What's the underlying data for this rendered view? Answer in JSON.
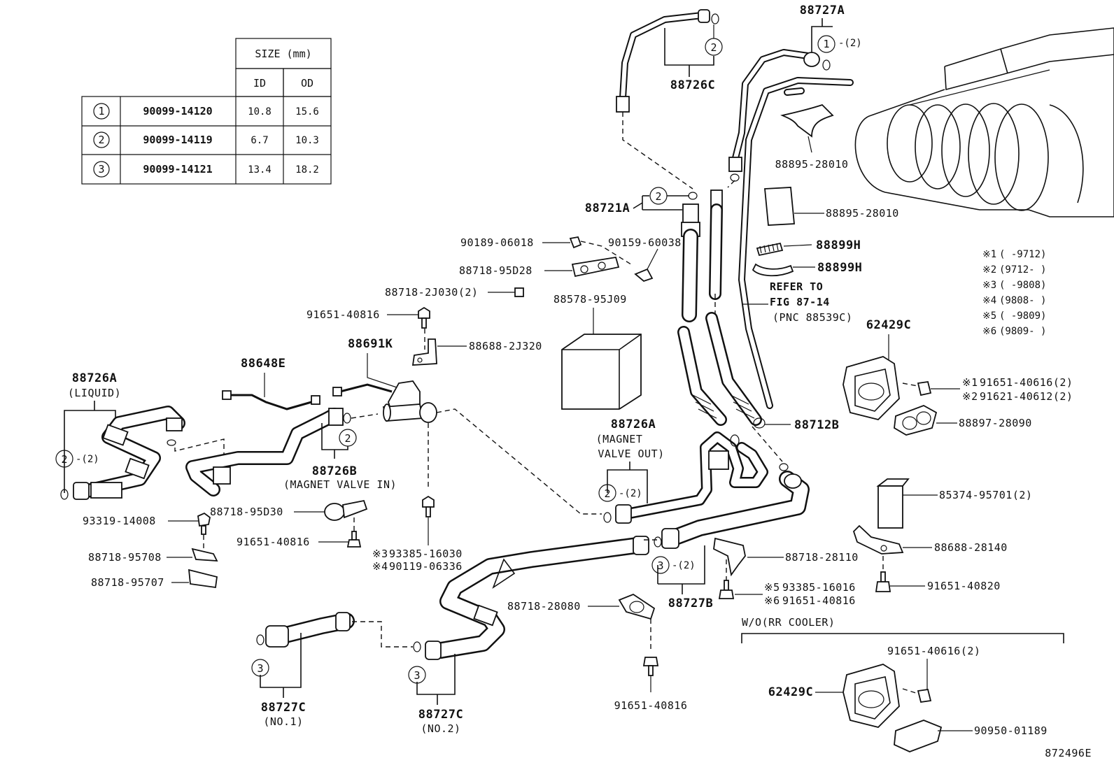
{
  "table": {
    "size_header": "SIZE (mm)",
    "id_header": "ID",
    "od_header": "OD",
    "rows": [
      {
        "mark": "1",
        "part": "90099-14120",
        "id": "10.8",
        "od": "15.6"
      },
      {
        "mark": "2",
        "part": "90099-14119",
        "id": "6.7",
        "od": "10.3"
      },
      {
        "mark": "3",
        "part": "90099-14121",
        "id": "13.4",
        "od": "18.2"
      }
    ]
  },
  "notes": [
    {
      "mark": "※1",
      "range": "(      -9712)"
    },
    {
      "mark": "※2",
      "range": "(9712-      )"
    },
    {
      "mark": "※3",
      "range": "(      -9808)"
    },
    {
      "mark": "※4",
      "range": "(9808-      )"
    },
    {
      "mark": "※5",
      "range": "(      -9809)"
    },
    {
      "mark": "※6",
      "range": "(9809-      )"
    }
  ],
  "labels": {
    "p88727A": "88727A",
    "q2a": "-(2)",
    "p88726C": "88726C",
    "p88895_1": "88895-28010",
    "p88895_2": "88895-28010",
    "p88721A": "88721A",
    "p88899H_1": "88899H",
    "p88899H_2": "88899H",
    "p90189": "90189-06018",
    "p90159": "90159-60038",
    "p88718_95D28": "88718-95D28",
    "p88718_2J030": "88718-2J030(2)",
    "p91651_40816a": "91651-40816",
    "p88578": "88578-95J09",
    "refer1": "REFER TO",
    "refer2": "FIG 87-14",
    "refer3": "(PNC 88539C)",
    "p88691K": "88691K",
    "p88688_2J320": "88688-2J320",
    "p88648E": "88648E",
    "p88726A_l": "88726A",
    "liquid": "(LIQUID)",
    "q2b": "-(2)",
    "p88726B": "88726B",
    "magnet_in": "(MAGNET VALVE IN)",
    "p88726A_m": "88726A",
    "magnet_out1": "(MAGNET",
    "magnet_out2": "VALVE OUT)",
    "q2c": "-(2)",
    "p88712B": "88712B",
    "p62429C_a": "62429C",
    "n1_91651": "91651-40616(2)",
    "n2_91621": "91621-40612(2)",
    "m1": "※1",
    "m2": "※2",
    "p88897": "88897-28090",
    "p93319": "93319-14008",
    "p88718_95D30": "88718-95D30",
    "p91651_40816b": "91651-40816",
    "m3": "※3",
    "m4": "※4",
    "p93385_16030": "93385-16030",
    "p90119": "90119-06336",
    "p88718_95708": "88718-95708",
    "p88718_95707": "88718-95707",
    "p85374": "85374-95701(2)",
    "p88688_28140": "88688-28140",
    "p88718_28110": "88718-28110",
    "p91651_40820": "91651-40820",
    "q3": "-(2)",
    "m5": "※5",
    "m6": "※6",
    "p93385_16016": "93385-16016",
    "p91651_40816c": "91651-40816",
    "p88727B": "88727B",
    "p88718_28080": "88718-28080",
    "wo_rr": "W/O(RR COOLER)",
    "p91651_40616": "91651-40616(2)",
    "p62429C_b": "62429C",
    "p90950": "90950-01189",
    "p91651_40816d": "91651-40816",
    "p88727C_1": "88727C",
    "no1": "(NO.1)",
    "p88727C_2": "88727C",
    "no2": "(NO.2)",
    "fig_id": "872496E"
  },
  "callouts": {
    "c1": "1",
    "c2": "2",
    "c3": "3"
  }
}
